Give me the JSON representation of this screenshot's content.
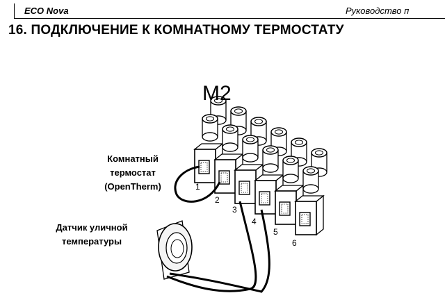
{
  "header": {
    "product": "ECO  Nova",
    "doc_title": "Руководство п"
  },
  "section": {
    "title": "16. ПОДКЛЮЧЕНИЕ К КОМНАТНОМУ ТЕРМОСТАТУ"
  },
  "diagram": {
    "block_label": "M2",
    "thermostat_label": [
      "Комнатный",
      "термостат",
      "(OpenTherm)"
    ],
    "sensor_label": [
      "Датчик уличной",
      "температуры"
    ],
    "terminals": [
      "1",
      "2",
      "3",
      "4",
      "5",
      "6"
    ]
  }
}
